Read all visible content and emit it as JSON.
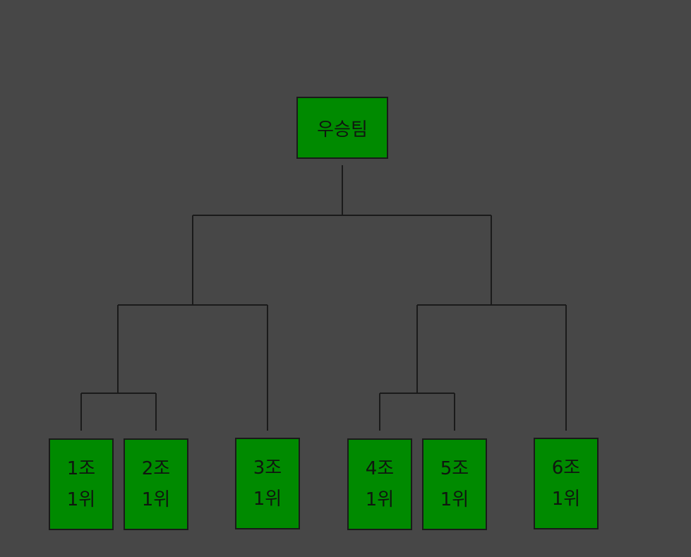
{
  "bracket": {
    "winner_label": "우승팀",
    "teams": [
      {
        "group": "1조",
        "rank": "1위"
      },
      {
        "group": "2조",
        "rank": "1위"
      },
      {
        "group": "3조",
        "rank": "1위"
      },
      {
        "group": "4조",
        "rank": "1위"
      },
      {
        "group": "5조",
        "rank": "1위"
      },
      {
        "group": "6조",
        "rank": "1위"
      }
    ]
  },
  "colors": {
    "background": "#474747",
    "node_fill": "#008a00",
    "line": "#1a1a1a"
  }
}
